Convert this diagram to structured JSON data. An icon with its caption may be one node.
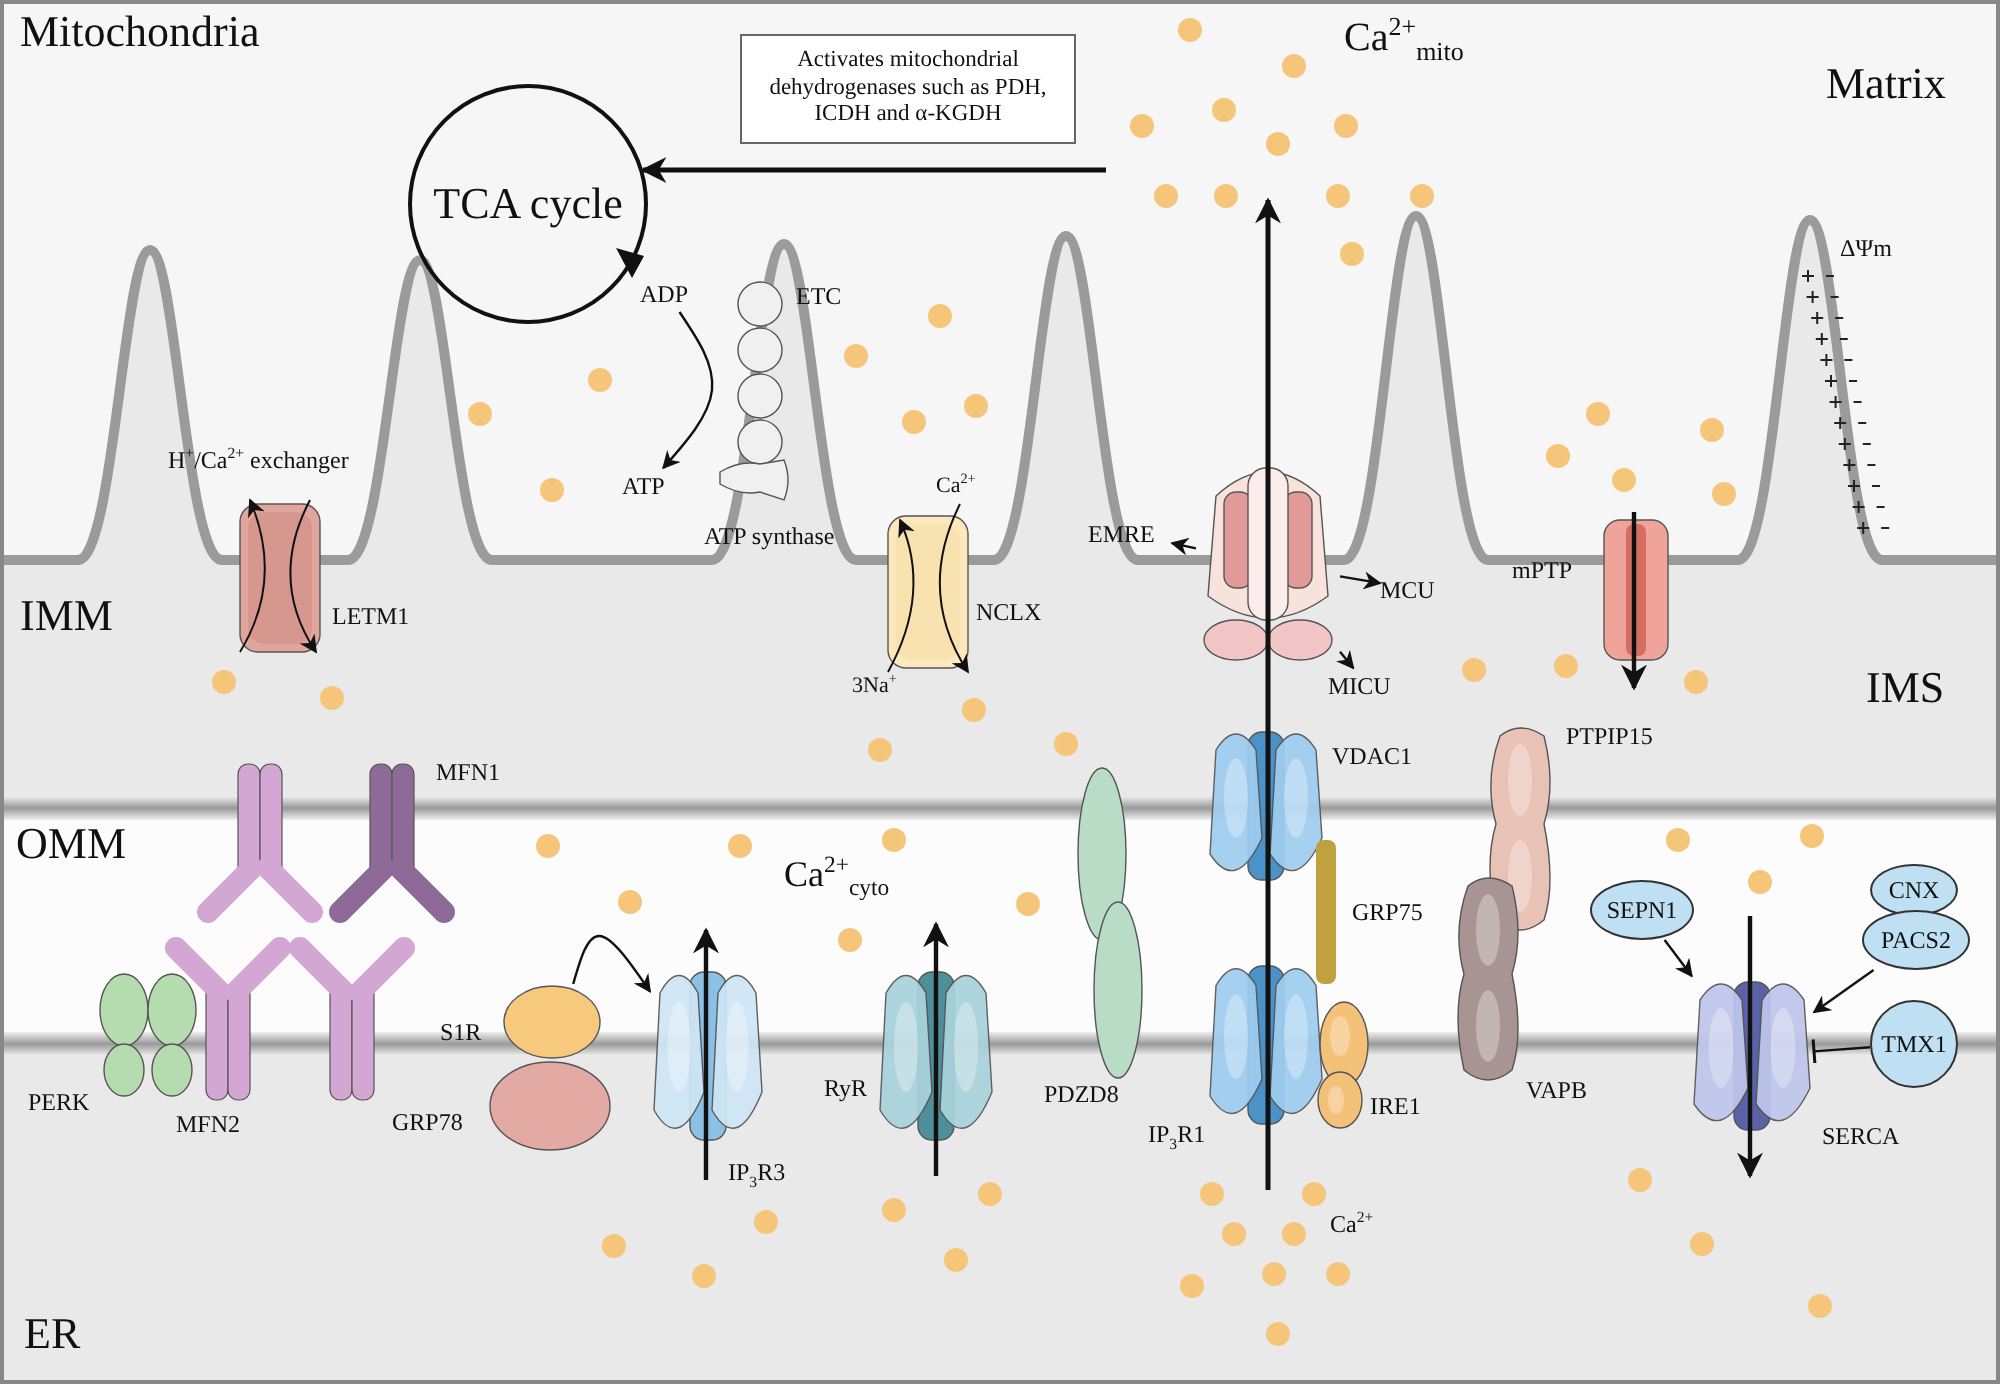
{
  "diagram": {
    "nodes": [
      {
        "text": [
          "TCA cycle"
        ]
      },
      {
        "text": [
          "Activates mitochondrial dehydrogenases such as PDH, ICDH and α-KGDH"
        ]
      },
      {
        "text": [
          "ADP"
        ]
      },
      {
        "text": [
          "ATP"
        ]
      },
      {
        "text": [],
        "shape": "picture",
        "beside": [
          "ETC",
          "ATP synthase"
        ]
      },
      {
        "text": [],
        "shape": "picture",
        "beside": [
          "H$^{+}$/Ca$^{2+}$ exchanger",
          "LETM1"
        ]
      },
      {
        "text": [],
        "shape": "picture",
        "beside": [
          "NCLX"
        ]
      },
      {
        "text": [],
        "shape": "picture"
      },
      {
        "text": [
          "EMRE"
        ]
      },
      {
        "text": [
          "MCU"
        ]
      },
      {
        "text": [
          "MICU"
        ]
      },
      {
        "text": [],
        "shape": "box",
        "beside": [
          "mPTP"
        ]
      },
      {
        "text": [],
        "shape": "picture",
        "beside": [
          "MFN1"
        ]
      },
      {
        "text": [],
        "shape": "picture",
        "beside": [
          "MFN2"
        ]
      },
      {
        "text": [],
        "shape": "picture",
        "beside": [
          "PERK"
        ]
      },
      {
        "text": [],
        "shape": "ellipse",
        "beside": [
          "S1R"
        ]
      },
      {
        "text": [],
        "shape": "ellipse",
        "beside": [
          "GRP78"
        ]
      },
      {
        "text": [],
        "shape": "picture",
        "beside": [
          "IP$_{3}$R3"
        ]
      },
      {
        "text": [],
        "shape": "picture",
        "beside": [
          "RyR"
        ]
      },
      {
        "text": [],
        "shape": "picture",
        "beside": [
          "PDZD8"
        ]
      },
      {
        "text": [],
        "shape": "picture",
        "beside": [
          "VDAC1"
        ]
      },
      {
        "text": [],
        "shape": "bar",
        "beside": [
          "GRP75"
        ]
      },
      {
        "text": [],
        "shape": "picture",
        "beside": [
          "IP$_{3}$R1"
        ]
      },
      {
        "text": [],
        "shape": "picture",
        "beside": [
          "IRE1"
        ]
      },
      {
        "text": [],
        "shape": "picture",
        "beside": [
          "PTPIP15"
        ]
      },
      {
        "text": [],
        "shape": "picture",
        "beside": [
          "VAPB"
        ]
      },
      {
        "text": [
          "SEPN1"
        ]
      },
      {
        "text": [
          "CNX"
        ]
      },
      {
        "text": [
          "PACS2"
        ]
      },
      {
        "text": [
          "TMX1"
        ]
      },
      {
        "text": [],
        "shape": "picture",
        "beside": [
          "SERCA"
        ]
      }
    ],
    "edges": [
      {
        "from": null,
        "to": 0,
        "arrow": "to"
      },
      {
        "from": 2,
        "to": 3,
        "arrow": "to"
      },
      {
        "from": 7,
        "to": 8,
        "arrow": "to"
      },
      {
        "from": 7,
        "to": 9,
        "arrow": "to"
      },
      {
        "from": 7,
        "to": 10,
        "arrow": "to"
      },
      {
        "from": 15,
        "to": 17,
        "arrow": "to"
      },
      {
        "from": 26,
        "to": 30,
        "arrow": "to"
      },
      {
        "from": 28,
        "to": 30,
        "arrow": "to"
      },
      {
        "from": 29,
        "to": 30,
        "arrow": "other"
      }
    ],
    "labels": [
      "Mitochondria",
      "Ca$^{2+}$$_{mito}$",
      "Matrix",
      "ΔΨm",
      "Ca$^{2+}$",
      "IMM",
      "3Na$^{+}$",
      "IMS",
      "OMM",
      "Ca$^{2+}$$_{cyto}$",
      "Ca$^{2+}$",
      "ER"
    ]
  }
}
